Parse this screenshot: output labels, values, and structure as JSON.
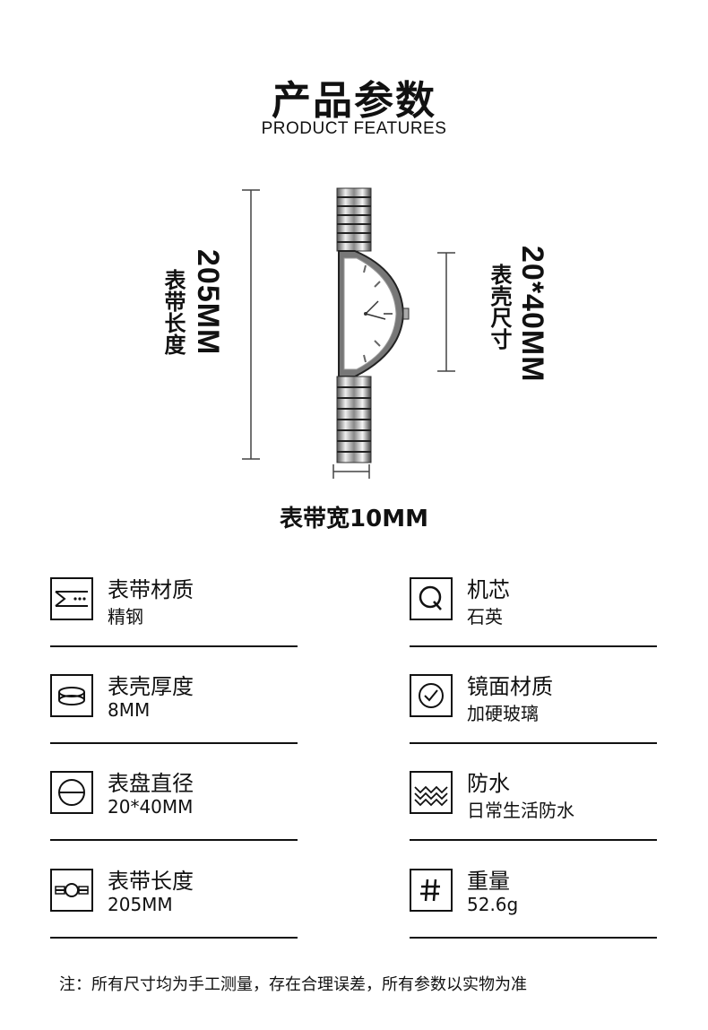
{
  "header": {
    "title": "产品参数",
    "subtitle": "PRODUCT FEATURES"
  },
  "dimensions": {
    "strap_length_value": "205MM",
    "strap_length_label": "表带长度",
    "case_size_value": "20*40MM",
    "case_size_label": "表壳尺寸",
    "strap_width_label": "表带宽10MM"
  },
  "specs": [
    {
      "name": "表带材质",
      "value": "精钢",
      "icon": "strap-icon"
    },
    {
      "name": "机芯",
      "value": "石英",
      "icon": "movement-q-icon"
    },
    {
      "name": "表壳厚度",
      "value": "8MM",
      "icon": "case-thickness-icon"
    },
    {
      "name": "镜面材质",
      "value": "加硬玻璃",
      "icon": "glass-check-icon"
    },
    {
      "name": "表盘直径",
      "value": "20*40MM",
      "icon": "dial-diameter-icon"
    },
    {
      "name": "防水",
      "value": "日常生活防水",
      "icon": "water-waves-icon"
    },
    {
      "name": "表带长度",
      "value": "205MM",
      "icon": "strap-length-icon"
    },
    {
      "name": "重量",
      "value": "52.6g",
      "icon": "weight-hash-icon"
    }
  ],
  "footnote": "注：所有尺寸均为手工测量，存在合理误差，所有参数以实物为准"
}
